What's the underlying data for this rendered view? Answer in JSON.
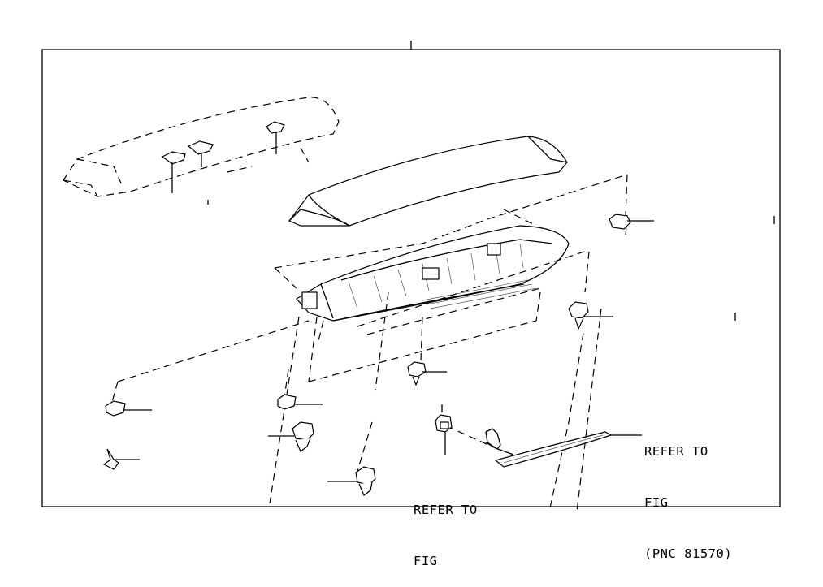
{
  "callouts": {
    "upper_right": [
      "REFER TO",
      "FIG",
      "(PNC 81570)"
    ],
    "lower_middle": [
      "REFER TO",
      "FIG"
    ]
  },
  "colors": {
    "line": "#000000",
    "background": "#ffffff"
  }
}
